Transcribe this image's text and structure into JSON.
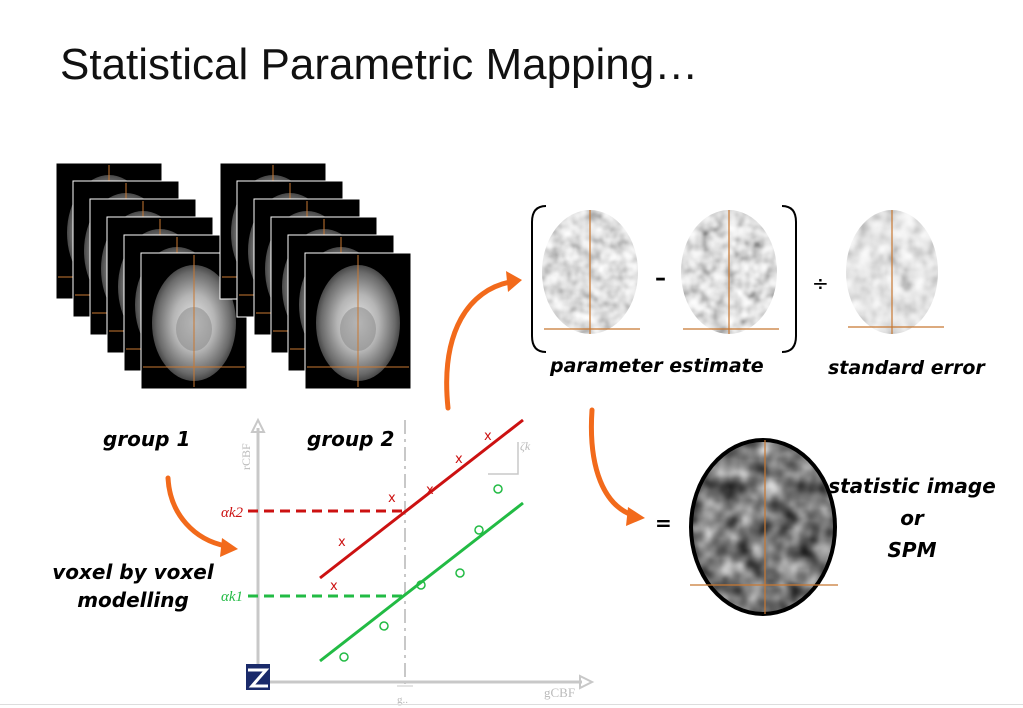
{
  "title": "Statistical Parametric Mapping…",
  "labels": {
    "group1": "group 1",
    "group2": "group 2",
    "voxel_line1": "voxel by voxel",
    "voxel_line2": "modelling",
    "parameter_estimate": "parameter estimate",
    "standard_error": "standard error",
    "statistic_line1": "statistic image",
    "statistic_line2": "or",
    "statistic_line3": "SPM",
    "minus": "–",
    "divide": "÷",
    "equals": "="
  },
  "plot": {
    "ylabel": "rCBF",
    "xlabel": "gCBF",
    "xtick": "g..",
    "alpha_k2": "αk2",
    "alpha_k1": "αk1",
    "zeta": "ζk",
    "marker_x": "x",
    "colors": {
      "red": "#cc1111",
      "green": "#22bb44",
      "axis": "#c8c8c8"
    }
  },
  "colors": {
    "arrow": "#f26a1b",
    "crosshair": "#c87832"
  }
}
